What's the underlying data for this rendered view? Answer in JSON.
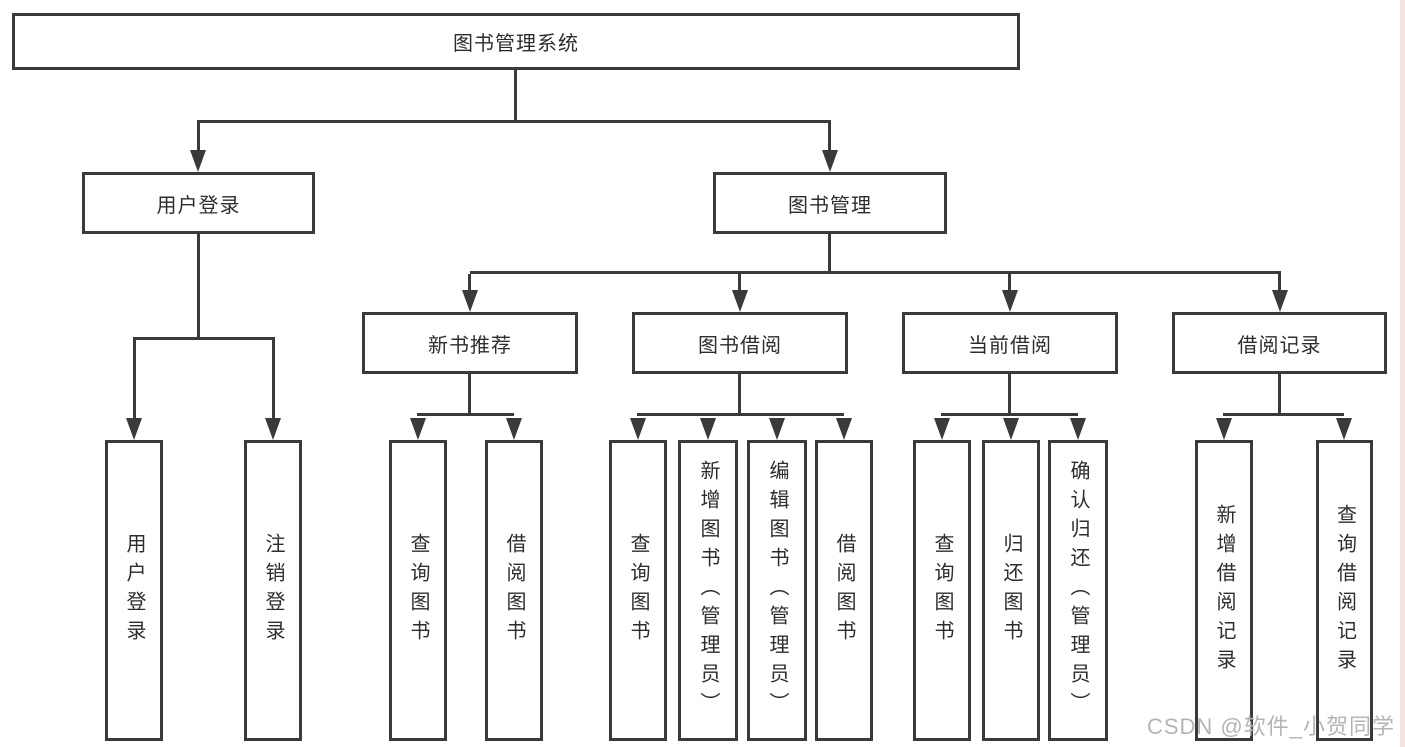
{
  "diagram": {
    "root": {
      "label": "图书管理系统"
    },
    "level2": [
      {
        "label": "用户登录"
      },
      {
        "label": "图书管理"
      }
    ],
    "level3": [
      {
        "label": "新书推荐"
      },
      {
        "label": "图书借阅"
      },
      {
        "label": "当前借阅"
      },
      {
        "label": "借阅记录"
      }
    ],
    "leaves": [
      {
        "label": "用户登录"
      },
      {
        "label": "注销登录"
      },
      {
        "label": "查询图书"
      },
      {
        "label": "借阅图书"
      },
      {
        "label": "查询图书"
      },
      {
        "label": "新增图书（管理员）"
      },
      {
        "label": "编辑图书（管理员）"
      },
      {
        "label": "借阅图书"
      },
      {
        "label": "查询图书"
      },
      {
        "label": "归还图书"
      },
      {
        "label": "确认归还（管理员）"
      },
      {
        "label": "新增借阅记录"
      },
      {
        "label": "查询借阅记录"
      }
    ],
    "watermark": "CSDN @软件_小贺同学",
    "colors": {
      "line": "#3a3a3a",
      "text": "#2d2d2d",
      "watermark": "#b5b3b7",
      "edge_strip": "#f8e3e3"
    }
  }
}
